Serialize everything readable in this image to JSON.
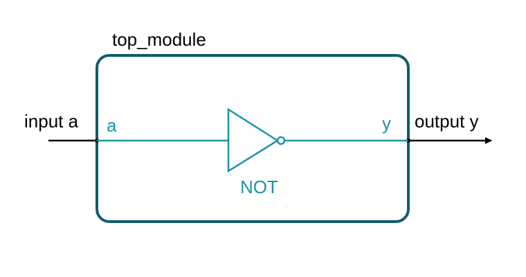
{
  "module": {
    "name": "top_module"
  },
  "ports": {
    "input_label": "input a",
    "output_label": "output y",
    "inner_input": "a",
    "inner_output": "y"
  },
  "gate": {
    "label": "NOT"
  },
  "colors": {
    "module_border": "#0f5c6b",
    "inner_wire": "#1a94a6",
    "outer_wire": "#000000",
    "text": "#000000"
  }
}
